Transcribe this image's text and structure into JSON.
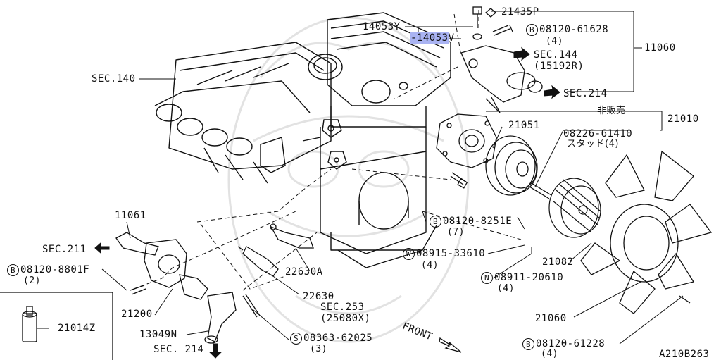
{
  "labels": {
    "p14053Y": "14053Y",
    "p14053V_highlight": "-14053",
    "p14053V_suffix": "V",
    "p21435P": "21435P",
    "bolt_08120_61628": "08120-61628",
    "bolt_08120_61628_qty": "(4)",
    "p11060": "11060",
    "sec144": "SEC.144",
    "sec144_sub": "(15192R)",
    "sec214_top": "SEC.214",
    "sec140": "SEC.140",
    "not_for_sale": "非販売",
    "p21010": "21010",
    "p21051": "21051",
    "stud_08226_61410": "08226-61410",
    "stud_label": "スタッド(4)",
    "bolt_08120_8251E": "08120-8251E",
    "bolt_08120_8251E_qty": "(7)",
    "p11061": "11061",
    "sec211": "SEC.211",
    "bolt_08120_8801F": "08120-8801F",
    "bolt_08120_8801F_qty": "(2)",
    "p22630A": "22630A",
    "p22630": "22630",
    "sec253": "SEC.253",
    "sec253_sub": "(25080X)",
    "washer_08915_33610": "08915-33610",
    "washer_08915_33610_qty": "(4)",
    "nut_08911_20610": "08911-20610",
    "nut_08911_20610_qty": "(4)",
    "p21082": "21082",
    "p21200": "21200",
    "p21014Z": "21014Z",
    "p13049N": "13049N",
    "sec214_bottom": "SEC. 214",
    "screw_08363_62025": "08363-62025",
    "screw_08363_62025_qty": "(3)",
    "p21060": "21060",
    "bolt_08120_61228": "08120-61228",
    "bolt_08120_61228_qty": "(4)",
    "front": "FRONT",
    "diagram_code": "A210B263"
  },
  "markers": {
    "bolt": "B",
    "washer": "W",
    "nut": "N",
    "screw": "S"
  },
  "colors": {
    "line": "#111111",
    "highlight_fill": "#a9b3f2",
    "highlight_border": "#3b49c9",
    "watermark": "#e2e2e2"
  }
}
